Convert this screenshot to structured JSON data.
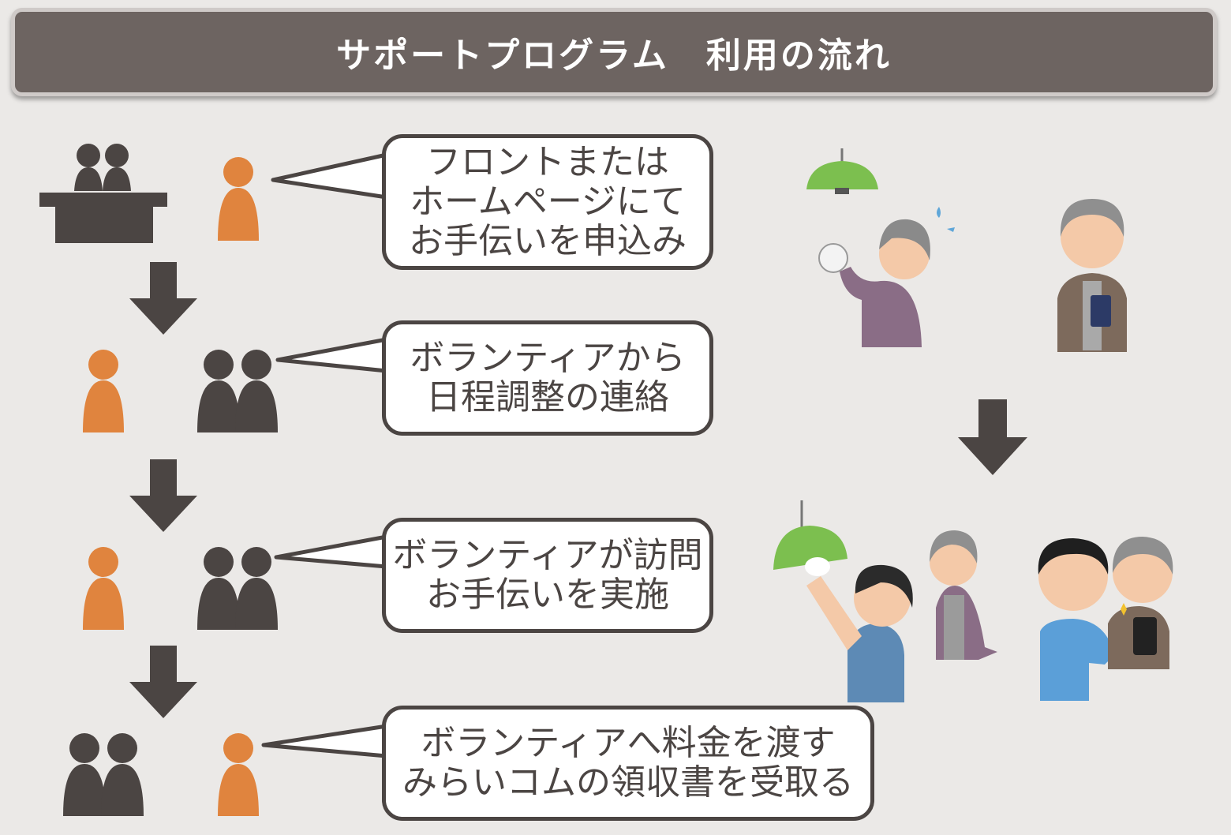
{
  "title": "サポートプログラム　利用の流れ",
  "colors": {
    "title_bg": "#6d6461",
    "staff_dark": "#4b4543",
    "user_orange": "#e0843e",
    "lamp_green": "#7cbf4f",
    "background": "#ebe9e7"
  },
  "steps": [
    {
      "lines": [
        "フロントまたは",
        "ホームページにて",
        "お手伝いを申込み"
      ]
    },
    {
      "lines": [
        "ボランティアから",
        "日程調整の連絡"
      ]
    },
    {
      "lines": [
        "ボランティアが訪問",
        "お手伝いを実施"
      ]
    },
    {
      "lines": [
        "ボランティアへ料金を渡す",
        "みらいコムの領収書を受取る"
      ]
    }
  ],
  "icons": [
    "reception-desk-icon",
    "person-icon",
    "down-arrow-icon",
    "lamp-icon",
    "senior-illustration"
  ]
}
